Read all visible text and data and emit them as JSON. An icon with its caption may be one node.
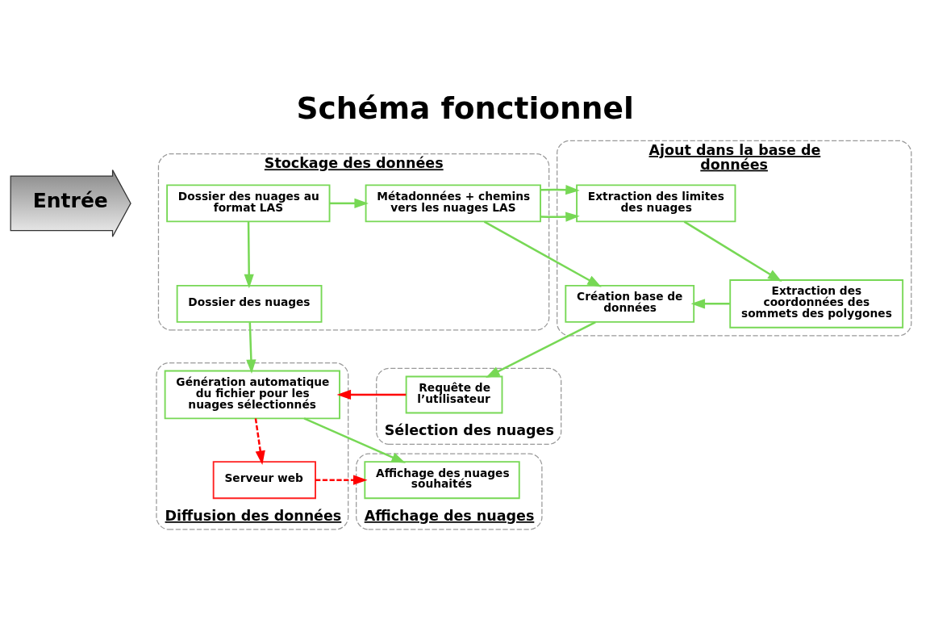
{
  "diagram": {
    "title": "Schéma fonctionnel",
    "nodes": [
      {
        "text": [
          "Entrée"
        ]
      },
      {
        "text": [
          "Stockage des données"
        ]
      },
      {
        "text": [
          "Dossier des nuages au format LAS"
        ],
        "in": 1
      },
      {
        "text": [
          "Métadonnées + chemins vers les nuages LAS"
        ],
        "in": 1
      },
      {
        "text": [
          "Dossier des nuages"
        ],
        "in": 1
      },
      {
        "text": [
          "Ajout dans la base de données"
        ]
      },
      {
        "text": [
          "Extraction des limites des nuages"
        ],
        "in": 5
      },
      {
        "text": [
          "Extraction des coordonnées des sommets des polygones"
        ],
        "in": 5
      },
      {
        "text": [
          "Création base de données"
        ],
        "in": 5
      },
      {
        "text": [
          "Sélection des nuages"
        ]
      },
      {
        "text": [
          "Requête de l’utilisateur"
        ],
        "in": 9
      },
      {
        "text": [
          "Diffusion des données"
        ]
      },
      {
        "text": [
          "Génération automatique du fichier pour les nuages sélectionnés"
        ],
        "in": 11
      },
      {
        "text": [
          "Serveur web"
        ],
        "in": 11
      },
      {
        "text": [
          "Affichage des nuages"
        ]
      },
      {
        "text": [
          "Affichage des nuages souhaités"
        ],
        "in": 14
      }
    ],
    "edges": [
      {
        "from": 2,
        "to": 3,
        "arrow": "to"
      },
      {
        "from": 2,
        "to": 4,
        "arrow": "to"
      },
      {
        "from": 3,
        "to": 6,
        "arrow": "to"
      },
      {
        "from": 3,
        "to": 8,
        "arrow": "to"
      },
      {
        "from": 6,
        "to": 7,
        "arrow": "to"
      },
      {
        "from": 7,
        "to": 8,
        "arrow": "to"
      },
      {
        "from": 8,
        "to": 10,
        "arrow": "to"
      },
      {
        "from": 4,
        "to": 12,
        "arrow": "to"
      },
      {
        "from": 10,
        "to": 12,
        "arrow": "to",
        "color": "#ff0000"
      },
      {
        "from": 12,
        "to": 13,
        "arrow": "to",
        "style": "dashed",
        "color": "#ff0000"
      },
      {
        "from": 12,
        "to": 15,
        "arrow": "to"
      },
      {
        "from": 13,
        "to": 15,
        "arrow": "to",
        "style": "dashed",
        "color": "#ff0000"
      }
    ]
  }
}
